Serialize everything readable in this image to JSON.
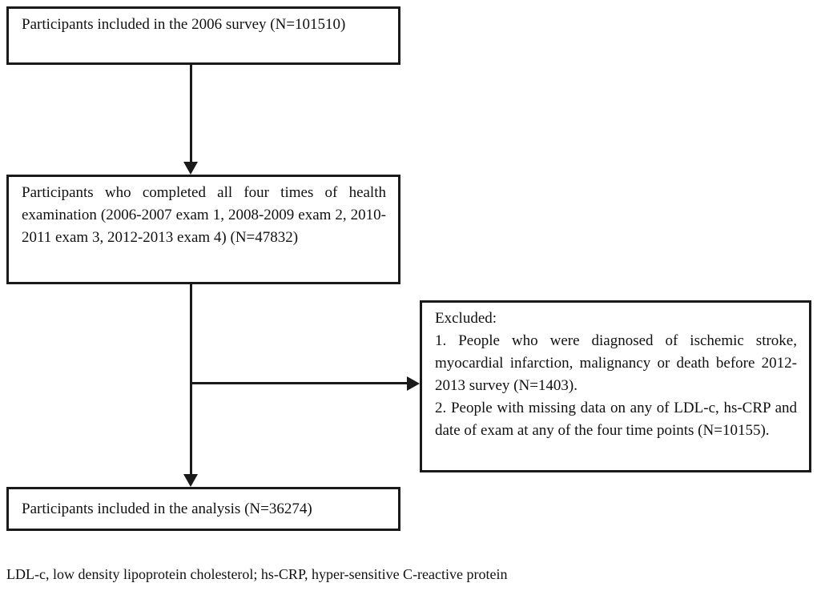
{
  "diagram": {
    "type": "study-participant-flow-chart",
    "boxes": {
      "enrolled": {
        "lines": [
          "Participants included in the 2006 survey (N=101510)"
        ],
        "n_label": "N=101510",
        "n_value": 101510
      },
      "completed": {
        "lines": [
          "Participants who completed all four times of health examination (2006-2007 exam 1, 2008-2009 exam 2, 2010-2011 exam 3, 2012-2013 exam 4) (N=47832)"
        ],
        "n_label": "N=47832",
        "n_value": 47832,
        "exams": [
          "2006-2007 exam 1",
          "2008-2009 exam 2",
          "2010-2011 exam 3",
          "2012-2013 exam 4"
        ]
      },
      "excluded": {
        "heading": "Excluded:",
        "item1": "1. People who were diagnosed of ischemic stroke, myocardial infarction, malignancy or death before 2012-2013 survey (N=1403).",
        "item2": "2. People with missing data on any of LDL-c, hs-CRP and date of exam at any of the four time points (N=10155).",
        "item1_n_value": 1403,
        "item2_n_value": 10155
      },
      "analysis": {
        "lines": [
          "Participants included in the analysis (N=36274)"
        ],
        "n_label": "N=36274",
        "n_value": 36274
      }
    },
    "footnote": "LDL-c, low density lipoprotein cholesterol; hs-CRP, hyper-sensitive C-reactive protein",
    "colors": {
      "border": "#1a1a1a",
      "text": "#111111",
      "background": "#ffffff"
    }
  }
}
